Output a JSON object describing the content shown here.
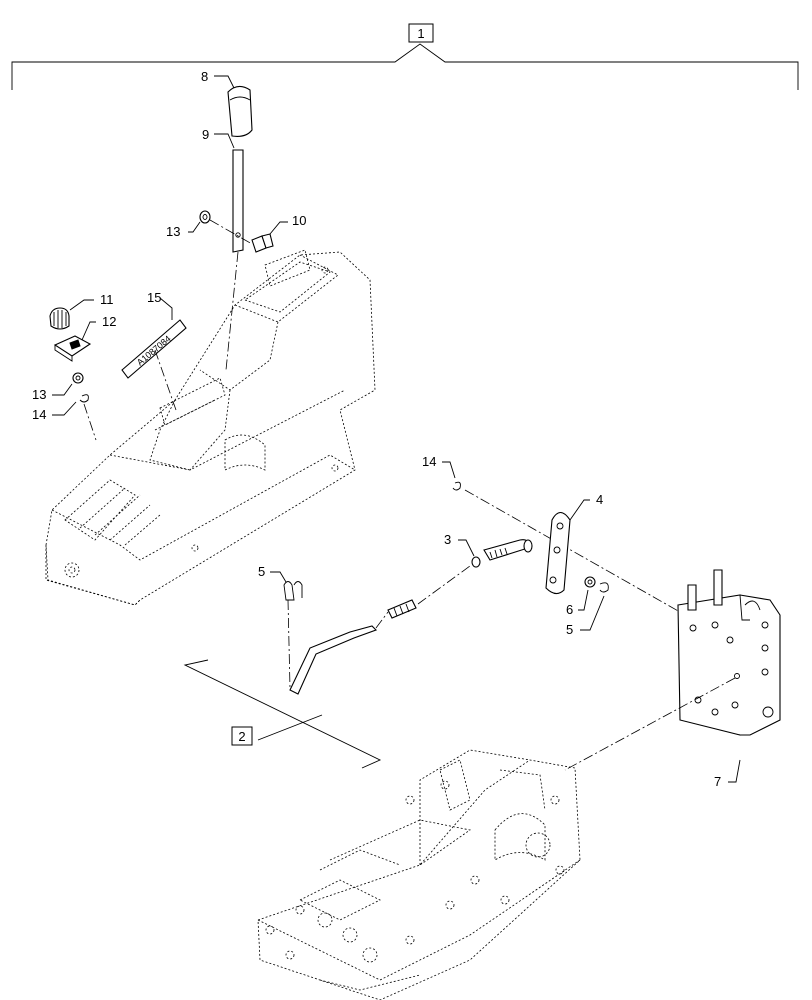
{
  "diagram": {
    "callouts": {
      "c1": "1",
      "c2": "2",
      "c3": "3",
      "c4": "4",
      "c5a": "5",
      "c5b": "5",
      "c6": "6",
      "c7": "7",
      "c8": "8",
      "c9": "9",
      "c10": "10",
      "c11": "11",
      "c12": "12",
      "c13a": "13",
      "c13b": "13",
      "c14a": "14",
      "c14b": "14",
      "c15": "15"
    },
    "decal_text": "A1087084"
  }
}
